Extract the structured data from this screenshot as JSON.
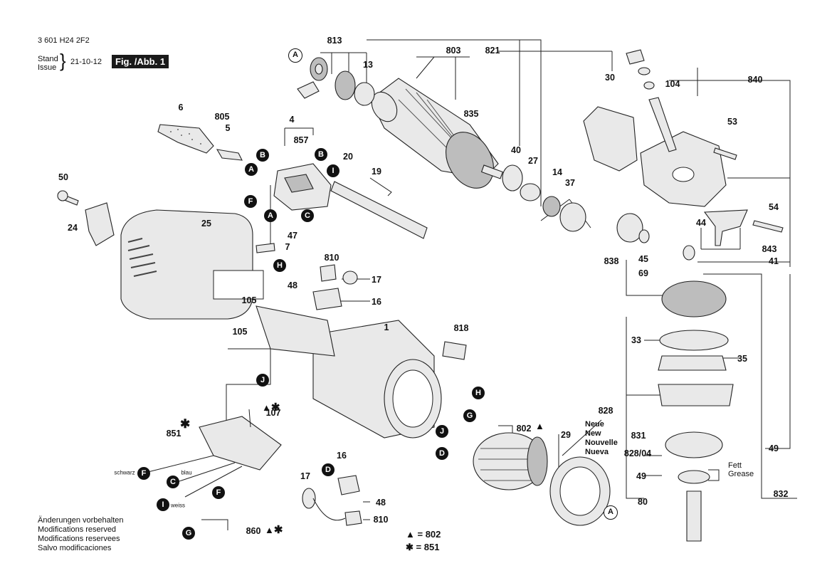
{
  "header": {
    "doc_number": "3 601 H24 2F2",
    "stand_label": "Stand",
    "issue_label": "Issue",
    "date": "21-10-12",
    "fig_label": "Fig. /Abb. 1"
  },
  "parts": {
    "p813": "813",
    "p803": "803",
    "p821": "821",
    "p30": "30",
    "p840": "840",
    "p13": "13",
    "p104": "104",
    "p835": "835",
    "p53": "53",
    "p6": "6",
    "p805": "805",
    "p5": "5",
    "p4": "4",
    "p857": "857",
    "p40": "40",
    "p27": "27",
    "p14": "14",
    "p37": "37",
    "p20": "20",
    "p19": "19",
    "p50": "50",
    "p54": "54",
    "p25": "25",
    "p24": "24",
    "p44": "44",
    "p843": "843",
    "p47": "47",
    "p7": "7",
    "p838": "838",
    "p45": "45",
    "p41": "41",
    "p69": "69",
    "p810a": "810",
    "p17a": "17",
    "p48a": "48",
    "p16a": "16",
    "p105a": "105",
    "p105b": "105",
    "p1": "1",
    "p33": "33",
    "p35": "35",
    "p818": "818",
    "p107": "107",
    "p828": "828",
    "p802": "802",
    "p29": "29",
    "p851": "851",
    "p831": "831",
    "p82804": "828/04",
    "p49a": "49",
    "p49b": "49",
    "p16b": "16",
    "p17b": "17",
    "p48b": "48",
    "p810b": "810",
    "p80": "80",
    "p832": "832",
    "p860": "860"
  },
  "badges": {
    "A": "A",
    "B": "B",
    "C": "C",
    "F": "F",
    "I": "I",
    "H": "H",
    "J": "J",
    "G": "G",
    "D": "D"
  },
  "wire_colors": {
    "schwarz": "schwarz",
    "blau": "blau",
    "weiss": "weiss"
  },
  "new_part_label": {
    "l1": "Neue",
    "l2": "New",
    "l3": "Nouvelle",
    "l4": "Nueva"
  },
  "grease_label": {
    "l1": "Fett",
    "l2": "Grease"
  },
  "modifications": {
    "l1": "Änderungen vorbehalten",
    "l2": "Modifications reserved",
    "l3": "Modifications reservees",
    "l4": "Salvo modificaciones"
  },
  "legend": {
    "triangle_symbol": "▲",
    "triangle_value": "= 802",
    "star_symbol": "✱",
    "star_value": "= 851"
  }
}
